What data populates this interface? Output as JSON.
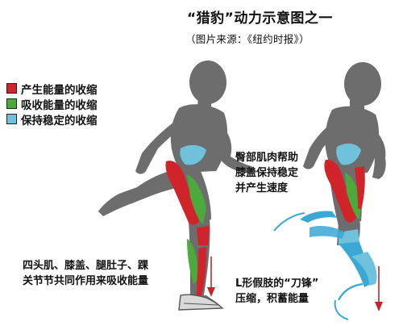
{
  "header": {
    "title": "“猎豹”动力示意图之一",
    "source": "（图片来源：《纽约时报》）"
  },
  "legend": {
    "items": [
      {
        "label": "产生能量的收缩",
        "color": "#d0242a"
      },
      {
        "label": "吸收能量的收缩",
        "color": "#4caa3c"
      },
      {
        "label": "保持稳定的收缩",
        "color": "#6fc1dc"
      }
    ]
  },
  "annotations": {
    "left_bottom": [
      "四头肌、膝盖、腿肚子、踝",
      "关节节共同作用来吸收能量"
    ],
    "right_top": [
      "臀部肌肉帮助",
      "膝盖保持稳定",
      "并产生速度"
    ],
    "right_bottom": [
      "L形假肢的“刀锋”",
      "压缩，积蓄能量"
    ]
  },
  "colors": {
    "silhouette": "#6d6d6d",
    "arrow": "#c0262c",
    "prosthetic": "#3aa7d4",
    "shoe": "#d9d9d9"
  }
}
